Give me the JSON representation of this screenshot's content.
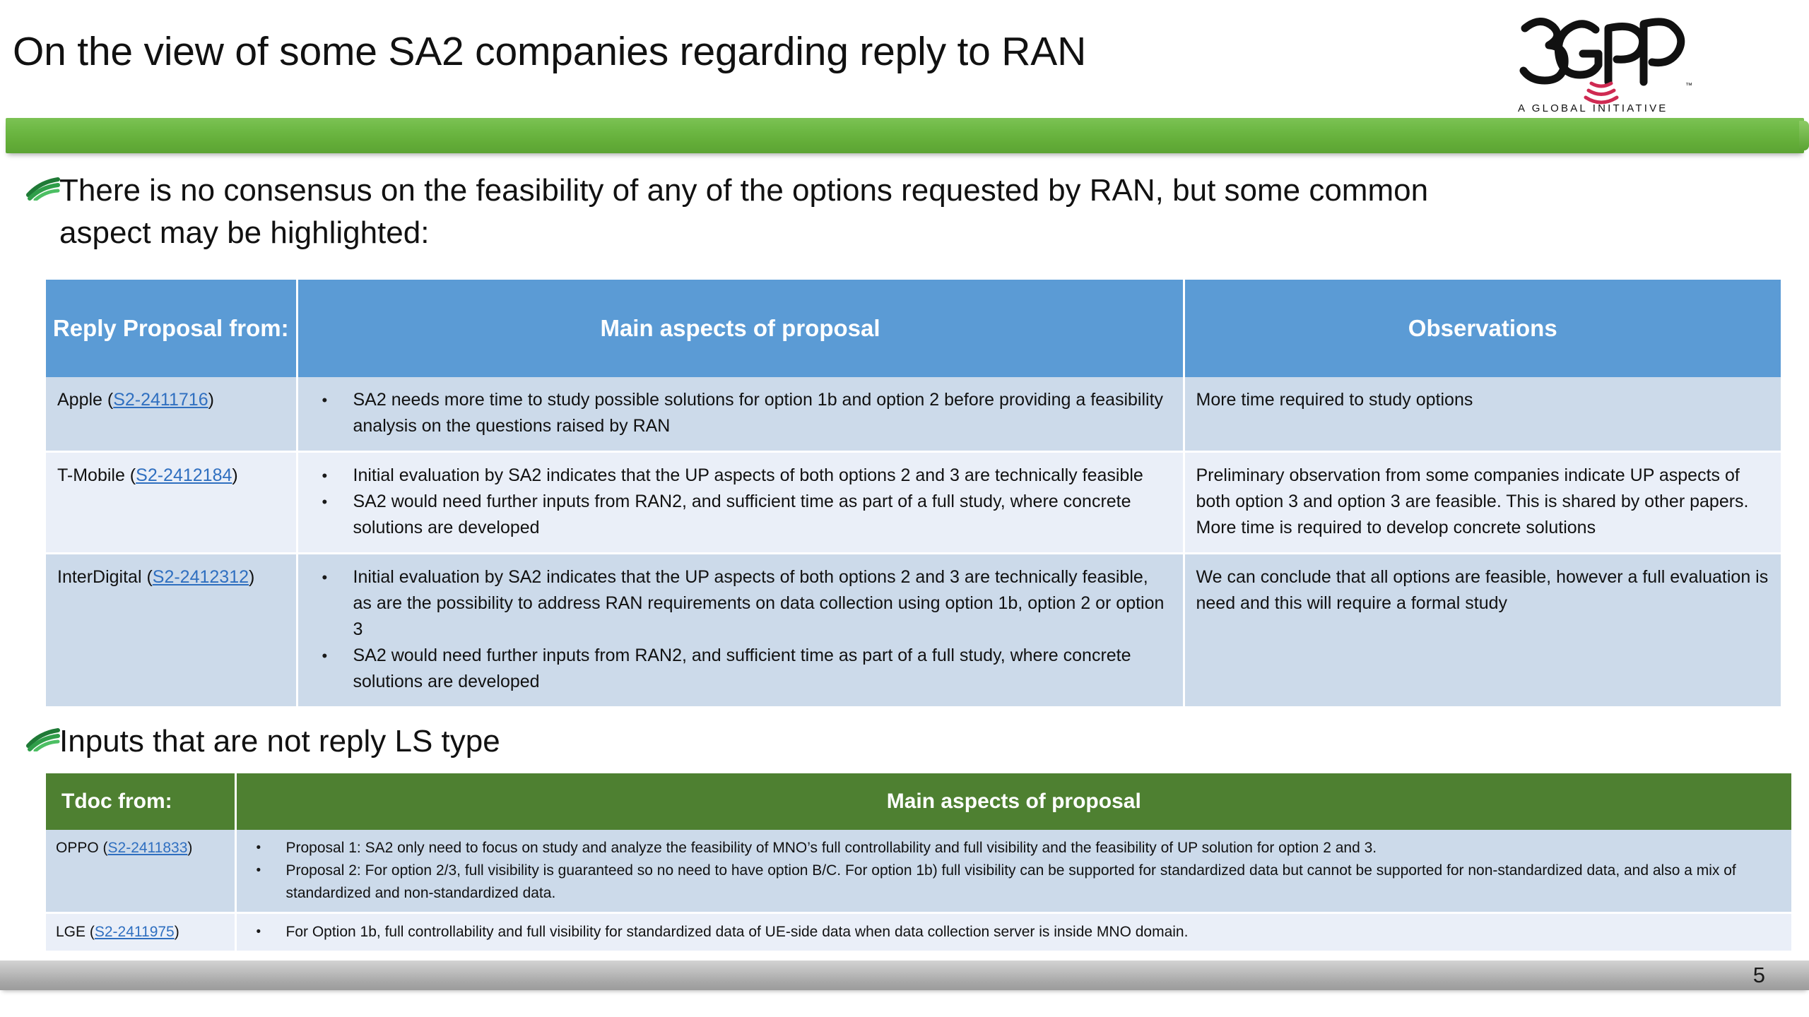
{
  "slide": {
    "title": "On the view of some SA2 companies regarding reply to RAN",
    "page_number": "5",
    "logo_alt": "3GPP",
    "logo_tagline": "A GLOBAL INITIATIVE",
    "accent_green": "#6db844",
    "table1_header_blue": "#5b9bd5",
    "table2_header_green": "#4e8031",
    "row_shade_dark": "#ccdaea",
    "row_shade_light": "#eaeff8",
    "link_color": "#2f6fc0",
    "footer_gray": "#b9b9b9"
  },
  "lead": {
    "line1": "There is no consensus on the feasibility of any of the options requested by RAN, but some common",
    "line2": "aspect may be highlighted:"
  },
  "sub_head": {
    "text": "Inputs that are not reply LS type"
  },
  "table1": {
    "headers": {
      "col1": "Reply Proposal from:",
      "col2": "Main aspects of proposal",
      "col3": "Observations"
    },
    "rows": [
      {
        "company": "Apple (",
        "tdoc": "S2-2411716",
        "company_suffix": ")",
        "aspects": [
          "SA2 needs more time to study possible solutions for option 1b and option 2 before providing a feasibility analysis on the questions raised by RAN"
        ],
        "observations": [
          "More time required to study options"
        ]
      },
      {
        "company": "T-Mobile (",
        "tdoc": "S2-2412184",
        "company_suffix": ")",
        "aspects": [
          "Initial evaluation by SA2 indicates that the UP aspects of both options 2 and 3 are technically feasible",
          "SA2 would need further inputs from RAN2, and sufficient time as part of a full study, where concrete solutions are developed"
        ],
        "observations": [
          "Preliminary observation from some companies indicate UP aspects of both option 3 and option 3 are feasible. This is shared by other papers.",
          "More time is required to develop concrete solutions"
        ]
      },
      {
        "company": "InterDigital (",
        "tdoc": "S2-2412312",
        "company_suffix": ")",
        "aspects": [
          "Initial evaluation by SA2 indicates that the UP aspects of both options 2 and 3 are technically feasible, as are the possibility to address RAN requirements on data collection using option 1b, option 2 or option 3",
          "SA2 would need further inputs from RAN2, and sufficient time as part of a full study, where concrete solutions are developed"
        ],
        "observations": [
          "We can conclude that all options are feasible, however a full evaluation is need and this will require a formal study"
        ]
      }
    ]
  },
  "table2": {
    "headers": {
      "col1": "Tdoc from:",
      "col2": "Main aspects of proposal"
    },
    "rows": [
      {
        "company": "OPPO (",
        "tdoc": "S2-2411833",
        "company_suffix": ")",
        "aspects": [
          "Proposal 1: SA2 only need to focus on study and analyze the feasibility of MNO’s full controllability and full visibility and the feasibility of UP solution for option 2 and 3.",
          "Proposal 2: For option 2/3, full visibility is guaranteed so no need to have option B/C. For option 1b) full visibility can be supported for standardized data but cannot be supported for non-standardized data, and also a mix of standardized and non-standardized data."
        ]
      },
      {
        "company": "LGE (",
        "tdoc": "S2-2411975",
        "company_suffix": ")",
        "aspects": [
          "For Option 1b, full controllability and full visibility for standardized data of UE-side data when data collection server is inside MNO domain."
        ]
      }
    ]
  }
}
